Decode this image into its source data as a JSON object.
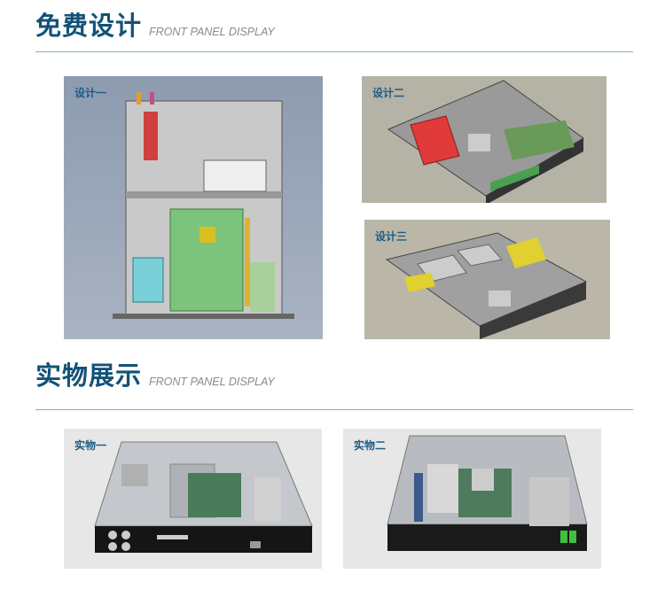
{
  "sections": [
    {
      "title": "免费设计",
      "subtitle": "FRONT PANEL DISPLAY"
    },
    {
      "title": "实物展示",
      "subtitle": "FRONT PANEL DISPLAY"
    }
  ],
  "designs": [
    {
      "label": "设计一"
    },
    {
      "label": "设计二"
    },
    {
      "label": "设计三"
    }
  ],
  "photos": [
    {
      "label": "实物一"
    },
    {
      "label": "实物二"
    }
  ]
}
